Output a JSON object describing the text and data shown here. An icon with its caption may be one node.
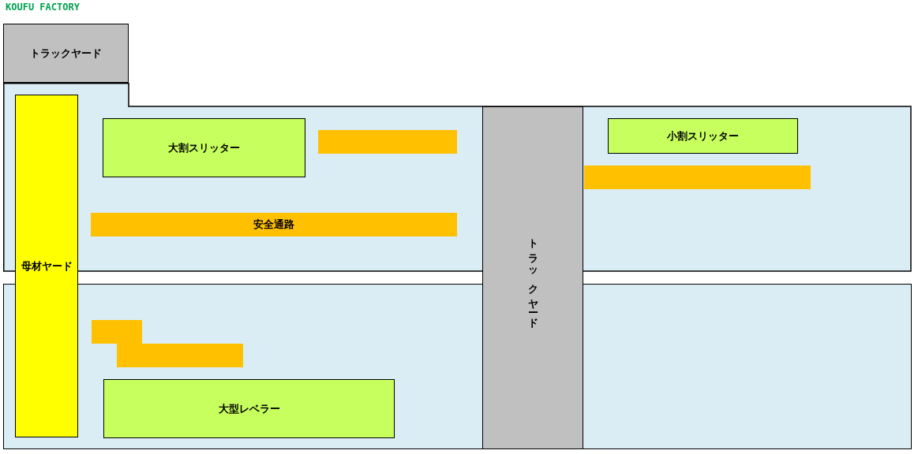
{
  "diagram": {
    "title": "KOUFU FACTORY",
    "nodes": [
      {
        "text": [
          "トラックヤード"
        ]
      },
      {
        "text": [],
        "shape": "box"
      },
      {
        "text": [
          "大割スリッター"
        ],
        "in": 1
      },
      {
        "text": [],
        "shape": "bar",
        "in": 1
      },
      {
        "text": [
          "安全通路"
        ],
        "in": 1
      },
      {
        "text": [
          "小割スリッター"
        ],
        "in": 1
      },
      {
        "text": [],
        "shape": "bar",
        "in": 1
      },
      {
        "text": [
          "母材ヤード"
        ]
      },
      {
        "text": [
          "トラックヤード"
        ]
      },
      {
        "text": [],
        "shape": "box"
      },
      {
        "text": [],
        "shape": "bar",
        "in": 9
      },
      {
        "text": [],
        "shape": "bar",
        "in": 9
      },
      {
        "text": [
          "大型レベラー"
        ],
        "in": 9
      }
    ]
  }
}
